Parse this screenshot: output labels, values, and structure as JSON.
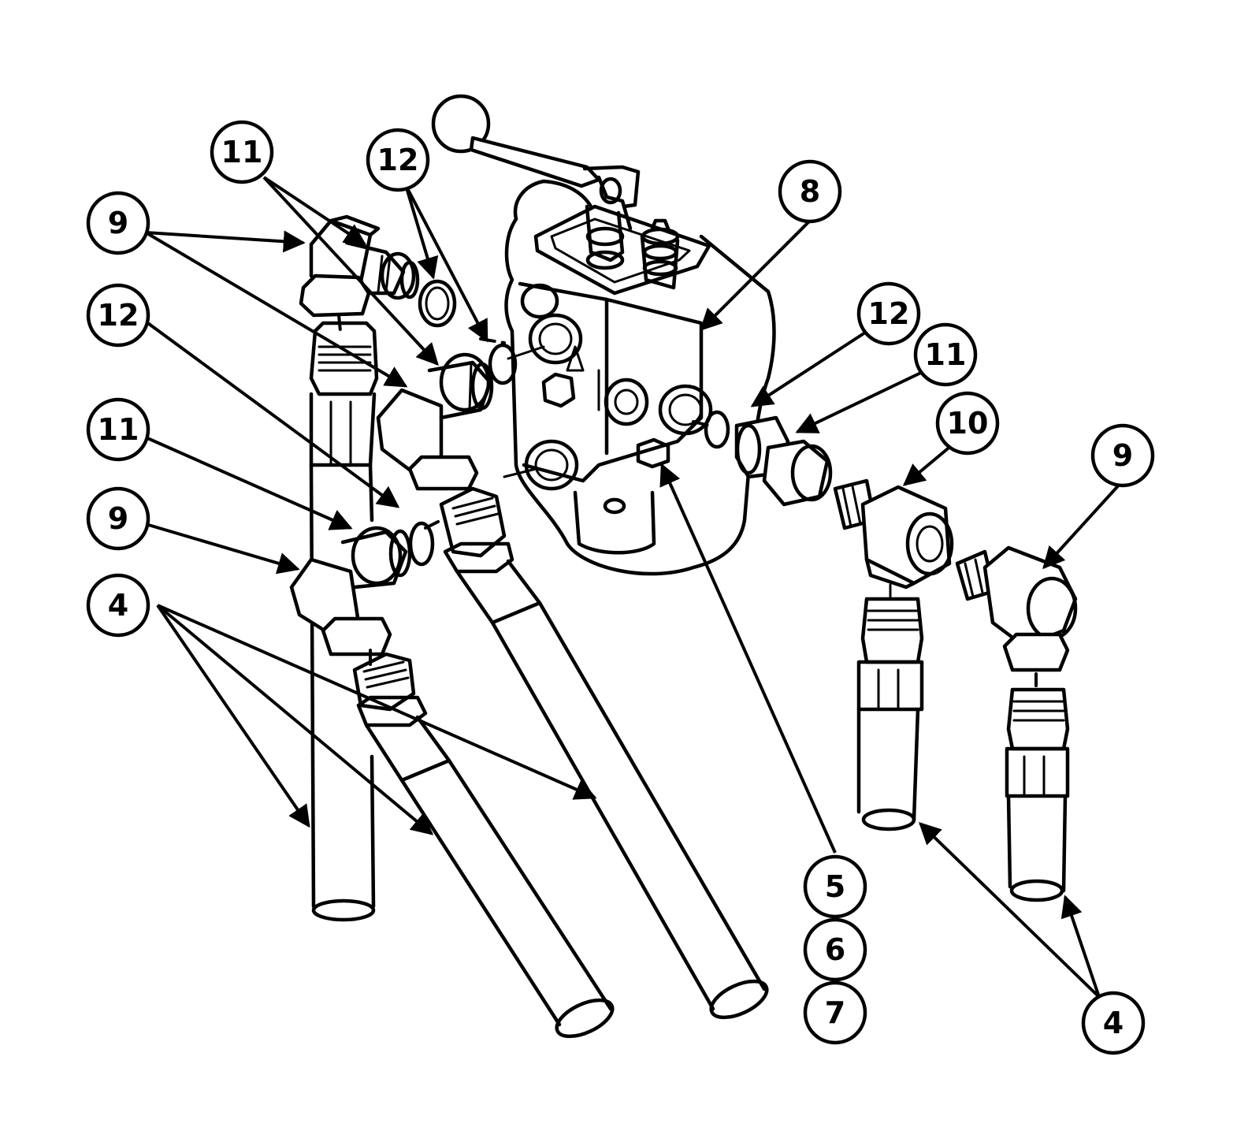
{
  "callouts": [
    {
      "id": "c11a",
      "text": "11"
    },
    {
      "id": "c12a",
      "text": "12"
    },
    {
      "id": "c9a",
      "text": "9"
    },
    {
      "id": "c12b",
      "text": "12"
    },
    {
      "id": "c11b",
      "text": "11"
    },
    {
      "id": "c9b",
      "text": "9"
    },
    {
      "id": "c4a",
      "text": "4"
    },
    {
      "id": "c8",
      "text": "8"
    },
    {
      "id": "c12c",
      "text": "12"
    },
    {
      "id": "c11c",
      "text": "11"
    },
    {
      "id": "c10",
      "text": "10"
    },
    {
      "id": "c9c",
      "text": "9"
    },
    {
      "id": "c5",
      "text": "5"
    },
    {
      "id": "c6",
      "text": "6"
    },
    {
      "id": "c7",
      "text": "7"
    },
    {
      "id": "c4b",
      "text": "4"
    }
  ]
}
